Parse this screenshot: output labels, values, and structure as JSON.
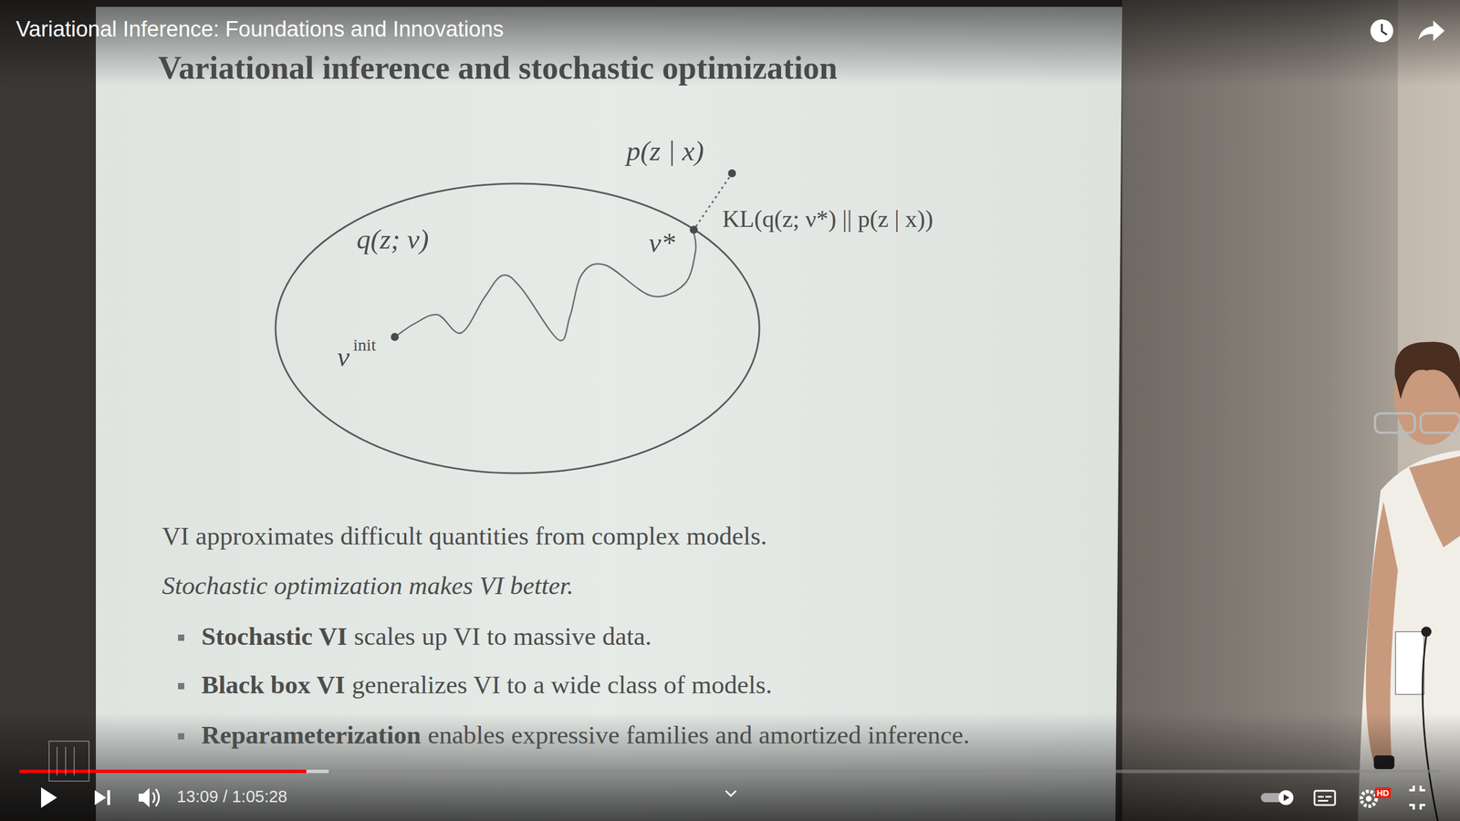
{
  "diagram": {
    "title": "Variational inference and stochastic optimization",
    "nodes": [
      {
        "text": [
          "q(z; ν)"
        ]
      },
      {
        "text": [
          "ν",
          "init"
        ],
        "in": 0
      },
      {
        "text": [
          "ν*"
        ],
        "in": 0
      },
      {
        "text": [
          "p(z | x)"
        ]
      }
    ],
    "edges": [
      {
        "from": 1,
        "to": 2,
        "arrow": "none"
      },
      {
        "from": 2,
        "to": 3,
        "label": "KL(q(z; ν*) || p(z | x))",
        "arrow": "none"
      }
    ],
    "labels": [
      "Variational Inference: Foundations and Innovations",
      "VI approximates difficult quantities from complex models.",
      "Stochastic optimization makes VI better.",
      "Stochastic VI",
      "scales up VI to massive data.",
      "Black box VI",
      "generalizes VI to a wide class of models.",
      "Reparameterization",
      "enables expressive families and amortized inference.",
      "13:09 / 1:05:28",
      "HD"
    ]
  }
}
